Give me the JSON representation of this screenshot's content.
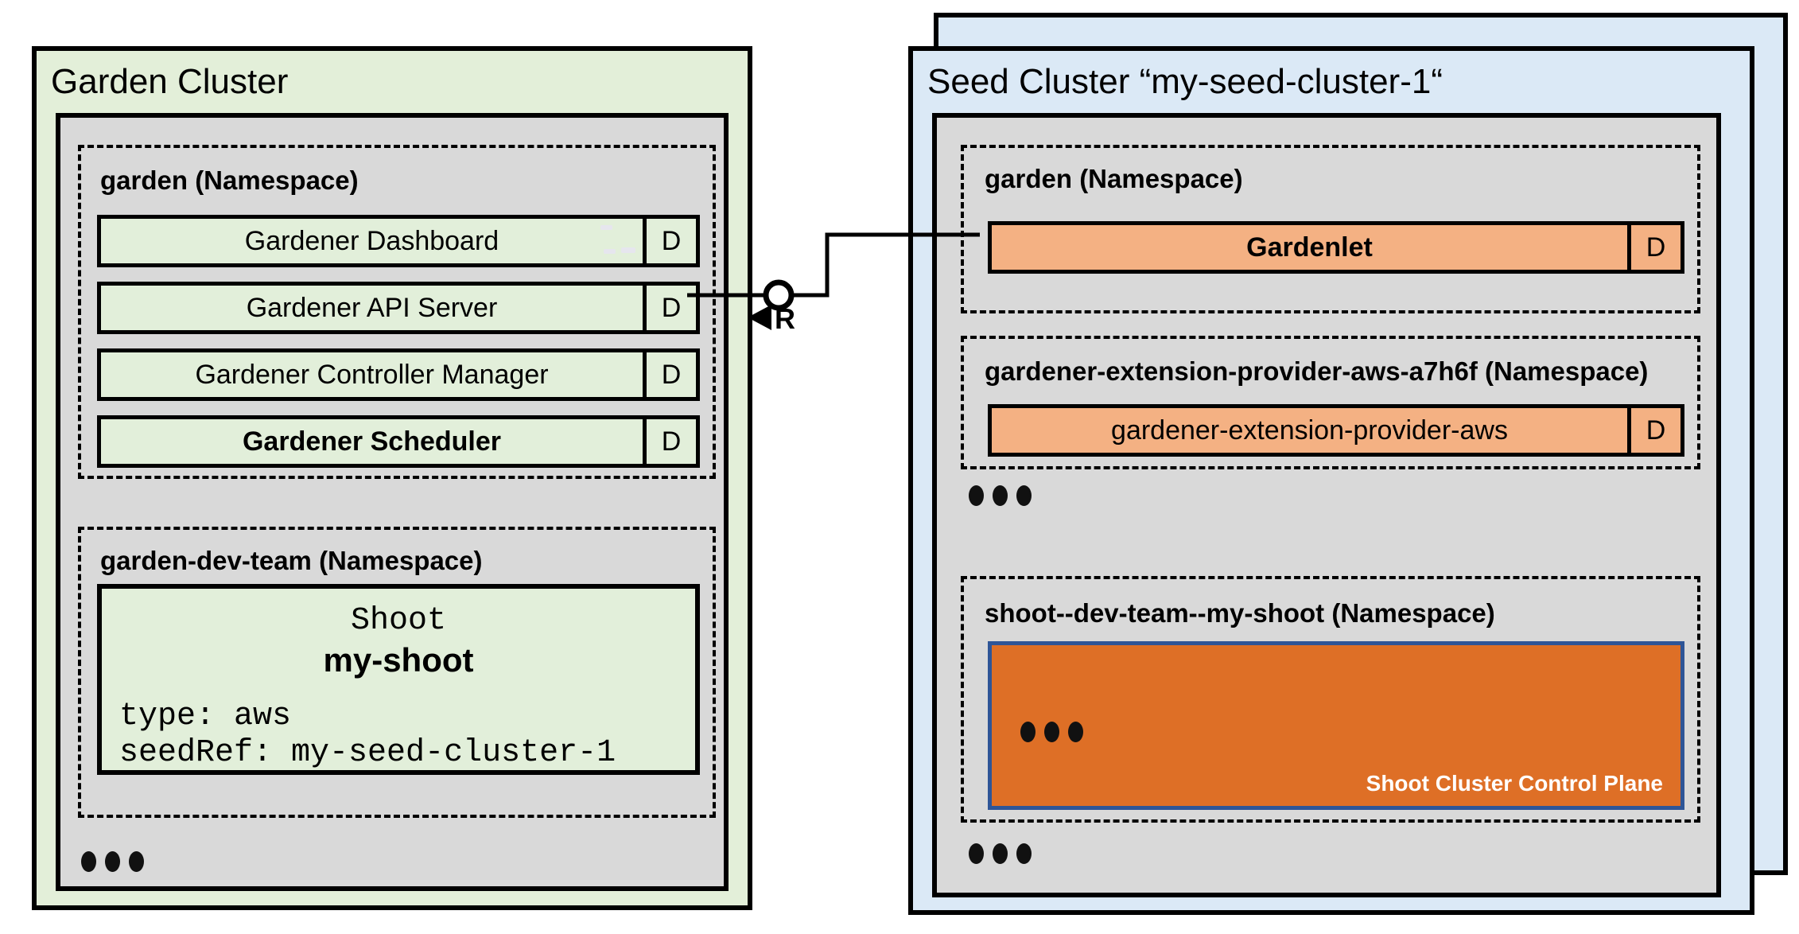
{
  "colors": {
    "green_bg": "#e3efd9",
    "green_light": "#e2efda",
    "grey": "#d9d9d9",
    "blue_bg": "#dbe9f6",
    "peach": "#f4b183",
    "orange": "#de6f26",
    "orange_border": "#2e5597"
  },
  "garden_cluster": {
    "title": "Garden Cluster",
    "ellipsis": "•••",
    "ns_garden": {
      "label": "garden (Namespace)",
      "components": [
        {
          "label": "Gardener Dashboard",
          "badge": "D"
        },
        {
          "label": "Gardener API Server",
          "badge": "D"
        },
        {
          "label": "Gardener Controller Manager",
          "badge": "D"
        },
        {
          "label": "Gardener Scheduler",
          "badge": "D"
        }
      ]
    },
    "ns_dev_team": {
      "label": "garden-dev-team (Namespace)",
      "shoot": {
        "kind": "Shoot",
        "name": "my-shoot",
        "spec_line_1": "type: aws",
        "spec_line_2": "seedRef: my-seed-cluster-1"
      }
    }
  },
  "seed_cluster": {
    "title": "Seed Cluster “my-seed-cluster-1“",
    "ellipsis_top": "•••",
    "ellipsis_bottom": "•••",
    "ns_garden": {
      "label": "garden (Namespace)",
      "component": {
        "label": "Gardenlet",
        "badge": "D"
      }
    },
    "ns_extension": {
      "label": "gardener-extension-provider-aws-a7h6f (Namespace)",
      "component": {
        "label": "gardener-extension-provider-aws",
        "badge": "D"
      }
    },
    "ns_shoot": {
      "label": "shoot--dev-team--my-shoot (Namespace)",
      "control_plane": {
        "ellipsis": "•••",
        "label": "Shoot Cluster Control Plane"
      }
    }
  },
  "connector": {
    "label": "R"
  }
}
